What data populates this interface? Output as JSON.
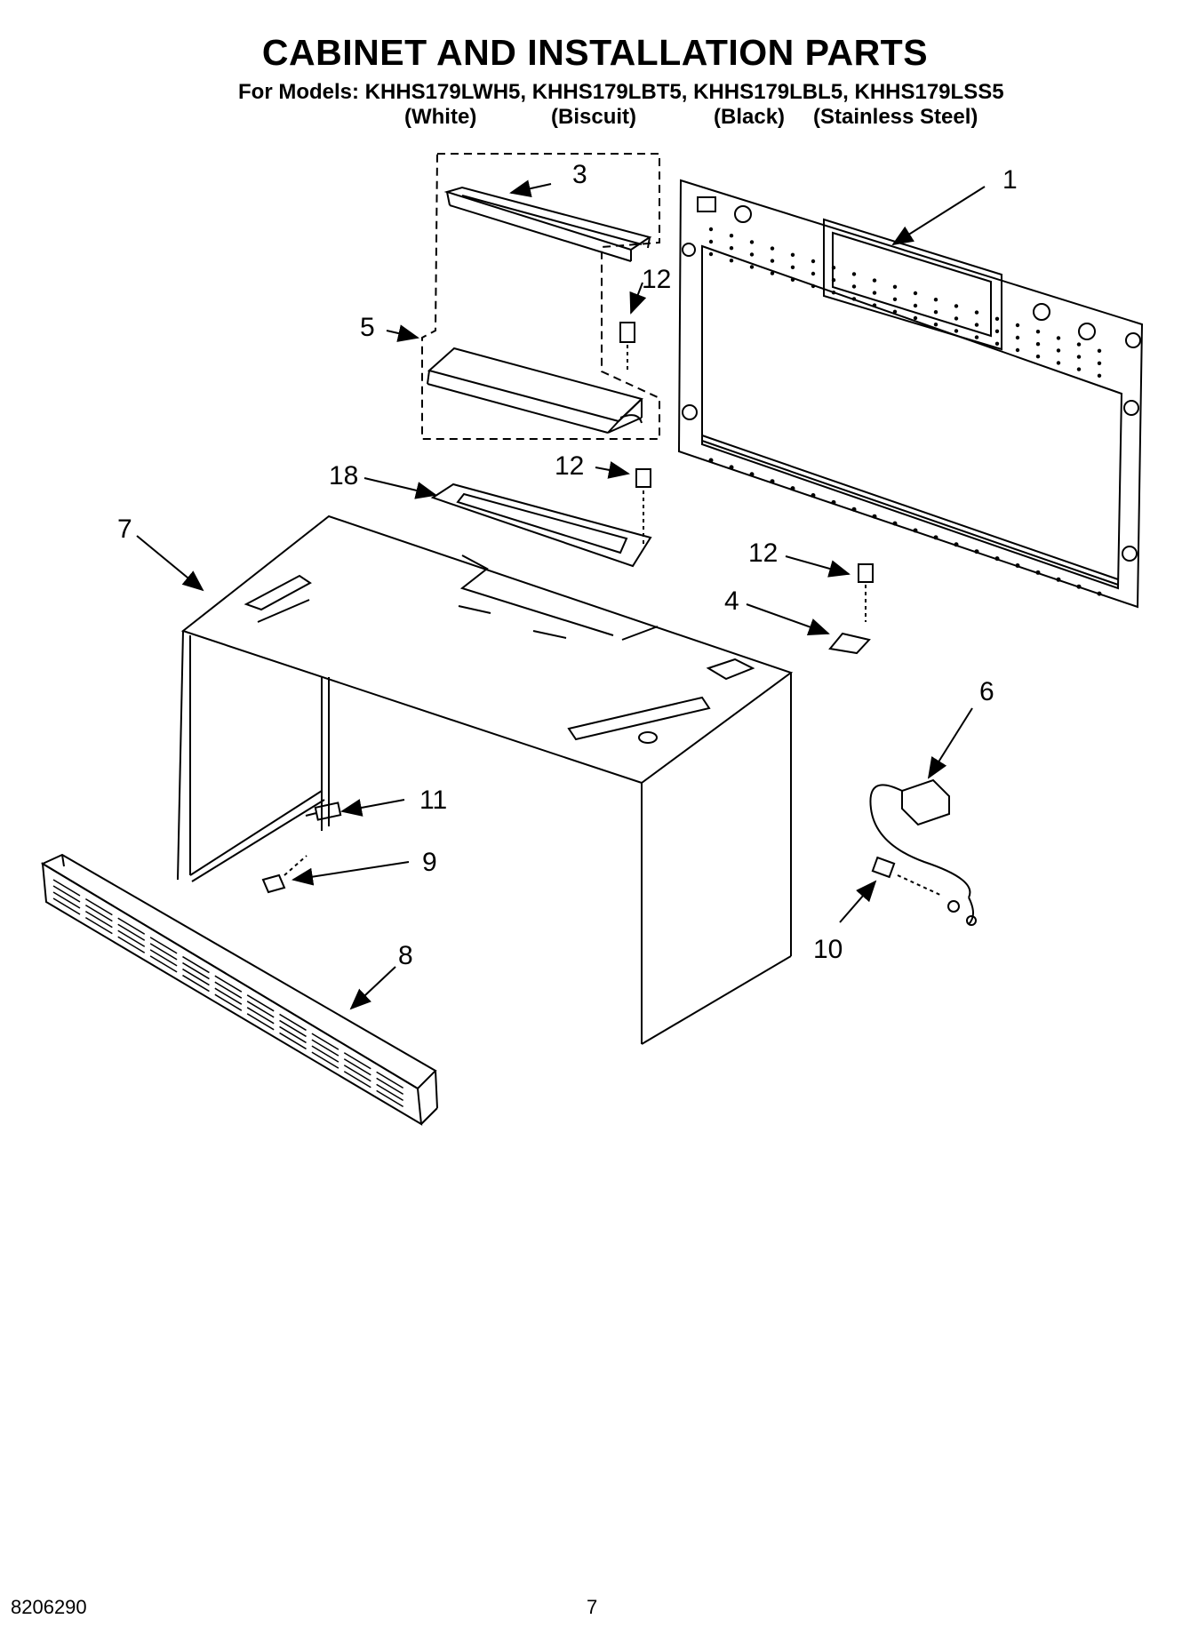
{
  "title": "CABINET AND INSTALLATION PARTS",
  "models_line": "For Models: KHHS179LWH5, KHHS179LBT5, KHHS179LBL5, KHHS179LSS5",
  "variants": [
    "(White)",
    "(Biscuit)",
    "(Black)",
    "(Stainless Steel)"
  ],
  "callouts": {
    "part_1": "1",
    "part_3": "3",
    "part_4": "4",
    "part_5": "5",
    "part_6": "6",
    "part_7": "7",
    "part_8": "8",
    "part_9": "9",
    "part_10": "10",
    "part_11": "11",
    "part_12a": "12",
    "part_12b": "12",
    "part_12c": "12",
    "part_18": "18"
  },
  "footer": {
    "doc_number": "8206290",
    "page_number": "7"
  }
}
